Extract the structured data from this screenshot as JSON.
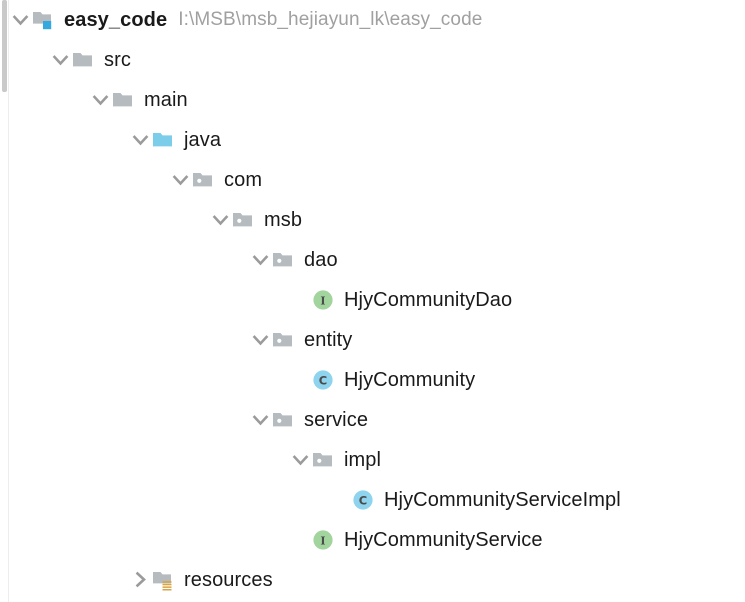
{
  "panel": {
    "name": "project-tool-window",
    "background": "#ffffff"
  },
  "scrollbar": {
    "orientation": "vertical",
    "thumb_color": "#c9c9c9",
    "track_color": "#ffffff"
  },
  "colors": {
    "text": "#1a1a1a",
    "path_text": "#a0a0a0",
    "folder_gray": "#b6bbc0",
    "folder_blue": "#7ccdea",
    "module_badge_blue": "#34a9e0",
    "interface_green": "#a2d49e",
    "class_blue": "#8ed4ee",
    "badge_glyph": "#4a4a4a",
    "resources_stripe": "#d9a441",
    "chevron": "#9b9b9b"
  },
  "tree": {
    "nodes": [
      {
        "id": "easy_code",
        "label": "easy_code",
        "secondary_label": "I:\\MSB\\msb_hejiayun_lk\\easy_code",
        "icon": "module-folder-icon",
        "twisty": "chevron-down-icon",
        "expanded": true,
        "depth": 0,
        "bold": true
      },
      {
        "id": "src",
        "label": "src",
        "icon": "folder-icon",
        "twisty": "chevron-down-icon",
        "expanded": true,
        "depth": 1,
        "bold": false
      },
      {
        "id": "main",
        "label": "main",
        "icon": "folder-icon",
        "twisty": "chevron-down-icon",
        "expanded": true,
        "depth": 2,
        "bold": false
      },
      {
        "id": "java",
        "label": "java",
        "icon": "source-root-folder-icon",
        "twisty": "chevron-down-icon",
        "expanded": true,
        "depth": 3,
        "bold": false
      },
      {
        "id": "com",
        "label": "com",
        "icon": "package-icon",
        "twisty": "chevron-down-icon",
        "expanded": true,
        "depth": 4,
        "bold": false
      },
      {
        "id": "msb",
        "label": "msb",
        "icon": "package-icon",
        "twisty": "chevron-down-icon",
        "expanded": true,
        "depth": 5,
        "bold": false
      },
      {
        "id": "dao",
        "label": "dao",
        "icon": "package-icon",
        "twisty": "chevron-down-icon",
        "expanded": true,
        "depth": 6,
        "bold": false
      },
      {
        "id": "HjyCommunityDao",
        "label": "HjyCommunityDao",
        "icon": "interface-icon",
        "twisty": "none",
        "expanded": false,
        "depth": 7,
        "bold": false
      },
      {
        "id": "entity",
        "label": "entity",
        "icon": "package-icon",
        "twisty": "chevron-down-icon",
        "expanded": true,
        "depth": 6,
        "bold": false
      },
      {
        "id": "HjyCommunity",
        "label": "HjyCommunity",
        "icon": "class-icon",
        "twisty": "none",
        "expanded": false,
        "depth": 7,
        "bold": false
      },
      {
        "id": "service",
        "label": "service",
        "icon": "package-icon",
        "twisty": "chevron-down-icon",
        "expanded": true,
        "depth": 6,
        "bold": false
      },
      {
        "id": "impl",
        "label": "impl",
        "icon": "package-icon",
        "twisty": "chevron-down-icon",
        "expanded": true,
        "depth": 7,
        "bold": false
      },
      {
        "id": "HjyCommunityServiceImpl",
        "label": "HjyCommunityServiceImpl",
        "icon": "class-icon",
        "twisty": "none",
        "expanded": false,
        "depth": 8,
        "bold": false
      },
      {
        "id": "HjyCommunityService",
        "label": "HjyCommunityService",
        "icon": "interface-icon",
        "twisty": "none",
        "expanded": false,
        "depth": 7,
        "bold": false
      },
      {
        "id": "resources",
        "label": "resources",
        "icon": "resources-folder-icon",
        "twisty": "chevron-right-icon",
        "expanded": false,
        "depth": 3,
        "bold": false
      }
    ]
  }
}
